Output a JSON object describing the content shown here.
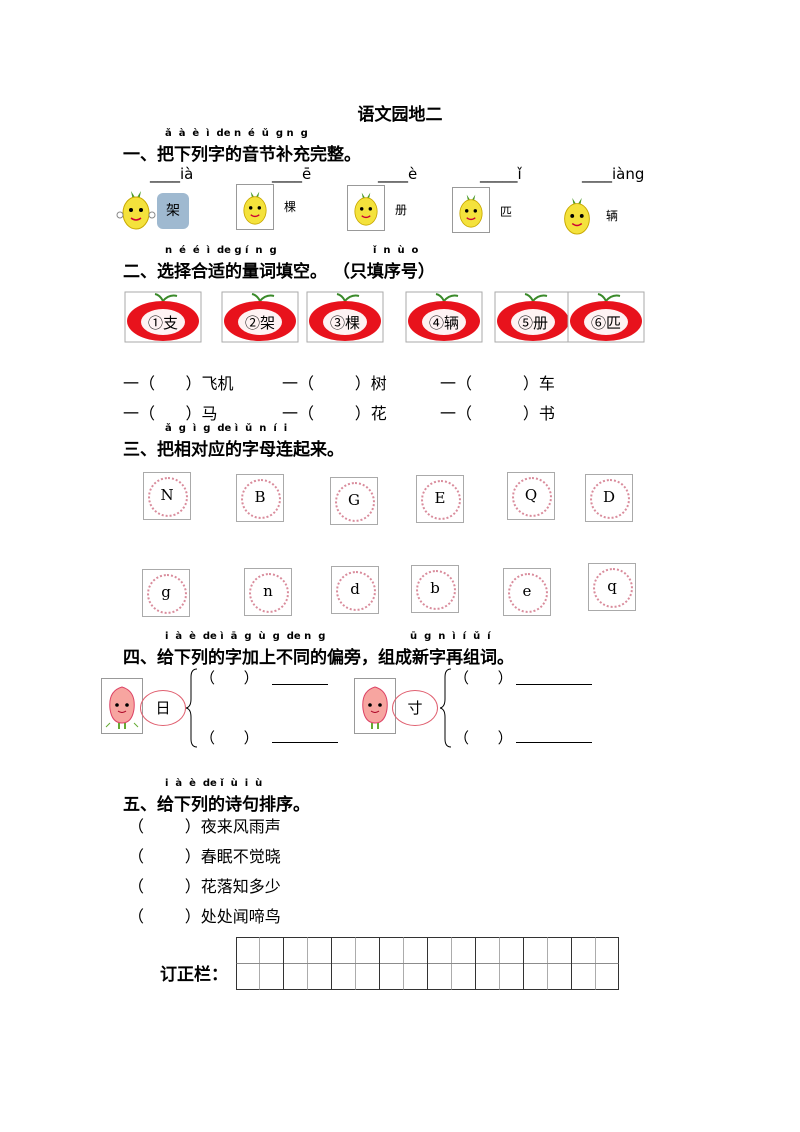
{
  "title": "语文园地二",
  "s1": {
    "pinyin": "ǎ  à  è  ì  de n  é  ǔ  g n  g",
    "heading": "一、把下列字的音节补充完整。",
    "blanks": [
      "____ià",
      "____ē",
      "____è",
      "_____ǐ",
      "____iàng"
    ],
    "chars": [
      "架",
      "棵",
      "册",
      "匹",
      "辆"
    ]
  },
  "s2": {
    "pinyin": "n  é  é  ì  de g í  n  g",
    "pinyin2": "ǐ  n  ù  o",
    "heading": "二、选择合适的量词填空。 （只填序号）",
    "apples": [
      "①支",
      "②架",
      "③棵",
      "④辆",
      "⑤册",
      "⑥匹"
    ],
    "row1": [
      "一（      ）飞机",
      "一（        ）树",
      "一（          ）车"
    ],
    "row2": [
      "一（      ）马",
      "一（        ）花",
      "一（          ）书"
    ]
  },
  "s3": {
    "pinyin": "ǎ  g  ì  g  de ì  ǔ  n  í  i",
    "heading": "三、把相对应的字母连起来。",
    "upper": [
      "N",
      "B",
      "G",
      "E",
      "Q",
      "D"
    ],
    "lower": [
      "g",
      "n",
      "d",
      "b",
      "e",
      "q"
    ]
  },
  "s4": {
    "pinyin": "i  à  è  de ì  ā  g  ù  g  de n  g",
    "pinyin2": "ū  g  n  ì  í  ǔ  í",
    "heading": "四、给下列的字加上不同的偏旁，组成新字再组词。",
    "chars": [
      "日",
      "寸"
    ],
    "paren": "（      ）"
  },
  "s5": {
    "pinyin": "i  à  è  de ǐ  ù  i  ù",
    "heading": "五、给下列的诗句排序。",
    "lines": [
      "（        ）夜来风雨声",
      "（        ）春眠不觉晓",
      "（        ）花落知多少",
      "（        ）处处闻啼鸟"
    ]
  },
  "correction": {
    "label": "订正栏："
  }
}
